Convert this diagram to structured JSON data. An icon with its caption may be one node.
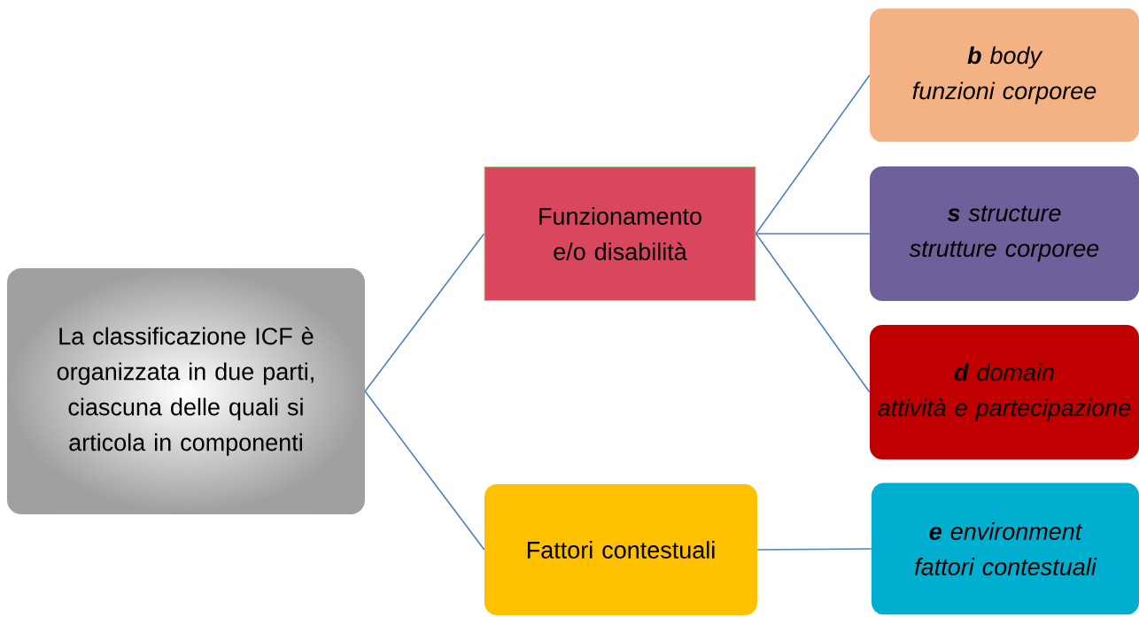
{
  "diagram": {
    "nodes": [
      {
        "text": [
          "La classificazione ICF è organizzata in due parti, ciascuna delle quali si articola in componenti"
        ]
      },
      {
        "text": [
          "Funzionamento e/o disabilità"
        ]
      },
      {
        "text": [
          "Fattori contestuali"
        ]
      },
      {
        "text": [
          "**b**  body",
          "funzioni corporee"
        ]
      },
      {
        "text": [
          "**s**  structure",
          "strutture corporee"
        ]
      },
      {
        "text": [
          "**d**  domain",
          "attività e partecipazione"
        ]
      },
      {
        "text": [
          "**e**  environment",
          "fattori contestuali"
        ]
      }
    ],
    "edges": [
      {
        "from": 0,
        "to": 1,
        "arrow": "none"
      },
      {
        "from": 0,
        "to": 2,
        "arrow": "none"
      },
      {
        "from": 1,
        "to": 3,
        "arrow": "none"
      },
      {
        "from": 1,
        "to": 4,
        "arrow": "none"
      },
      {
        "from": 1,
        "to": 5,
        "arrow": "none"
      },
      {
        "from": 2,
        "to": 6,
        "arrow": "none"
      }
    ]
  }
}
